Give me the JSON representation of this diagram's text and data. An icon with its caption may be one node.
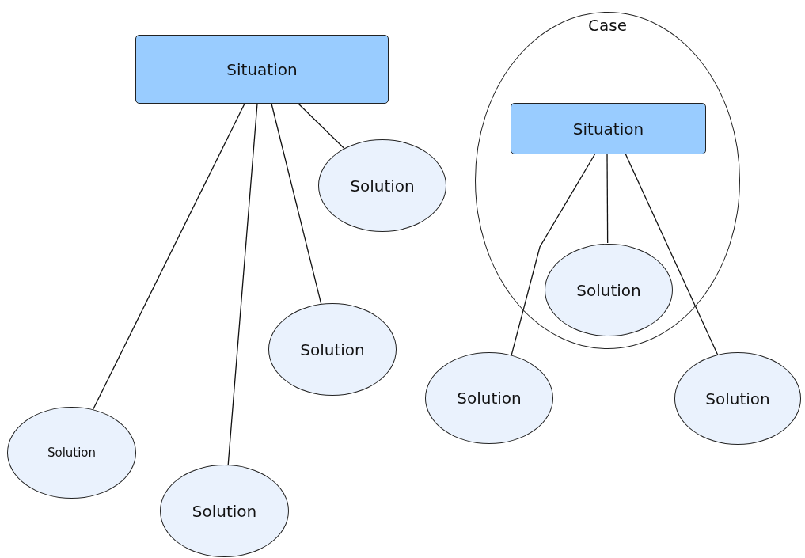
{
  "diagram": {
    "nodes": [
      {
        "text": [
          "Situation"
        ]
      },
      {
        "text": [
          "Solution"
        ]
      },
      {
        "text": [
          "Solution"
        ]
      },
      {
        "text": [
          "Solution"
        ]
      },
      {
        "text": [
          "Solution"
        ]
      },
      {
        "text": [
          "Case"
        ]
      },
      {
        "text": [
          "Situation"
        ],
        "in": 5
      },
      {
        "text": [
          "Solution"
        ],
        "in": 5
      },
      {
        "text": [
          "Solution"
        ]
      },
      {
        "text": [
          "Solution"
        ]
      }
    ],
    "edges": [
      {
        "from": 0,
        "to": 1,
        "arrow": "none"
      },
      {
        "from": 0,
        "to": 2,
        "arrow": "none"
      },
      {
        "from": 0,
        "to": 3,
        "arrow": "none"
      },
      {
        "from": 0,
        "to": 4,
        "arrow": "none"
      },
      {
        "from": 6,
        "to": 7,
        "arrow": "none"
      },
      {
        "from": 6,
        "to": 8,
        "arrow": "none"
      },
      {
        "from": 6,
        "to": 9,
        "arrow": "none"
      }
    ]
  }
}
